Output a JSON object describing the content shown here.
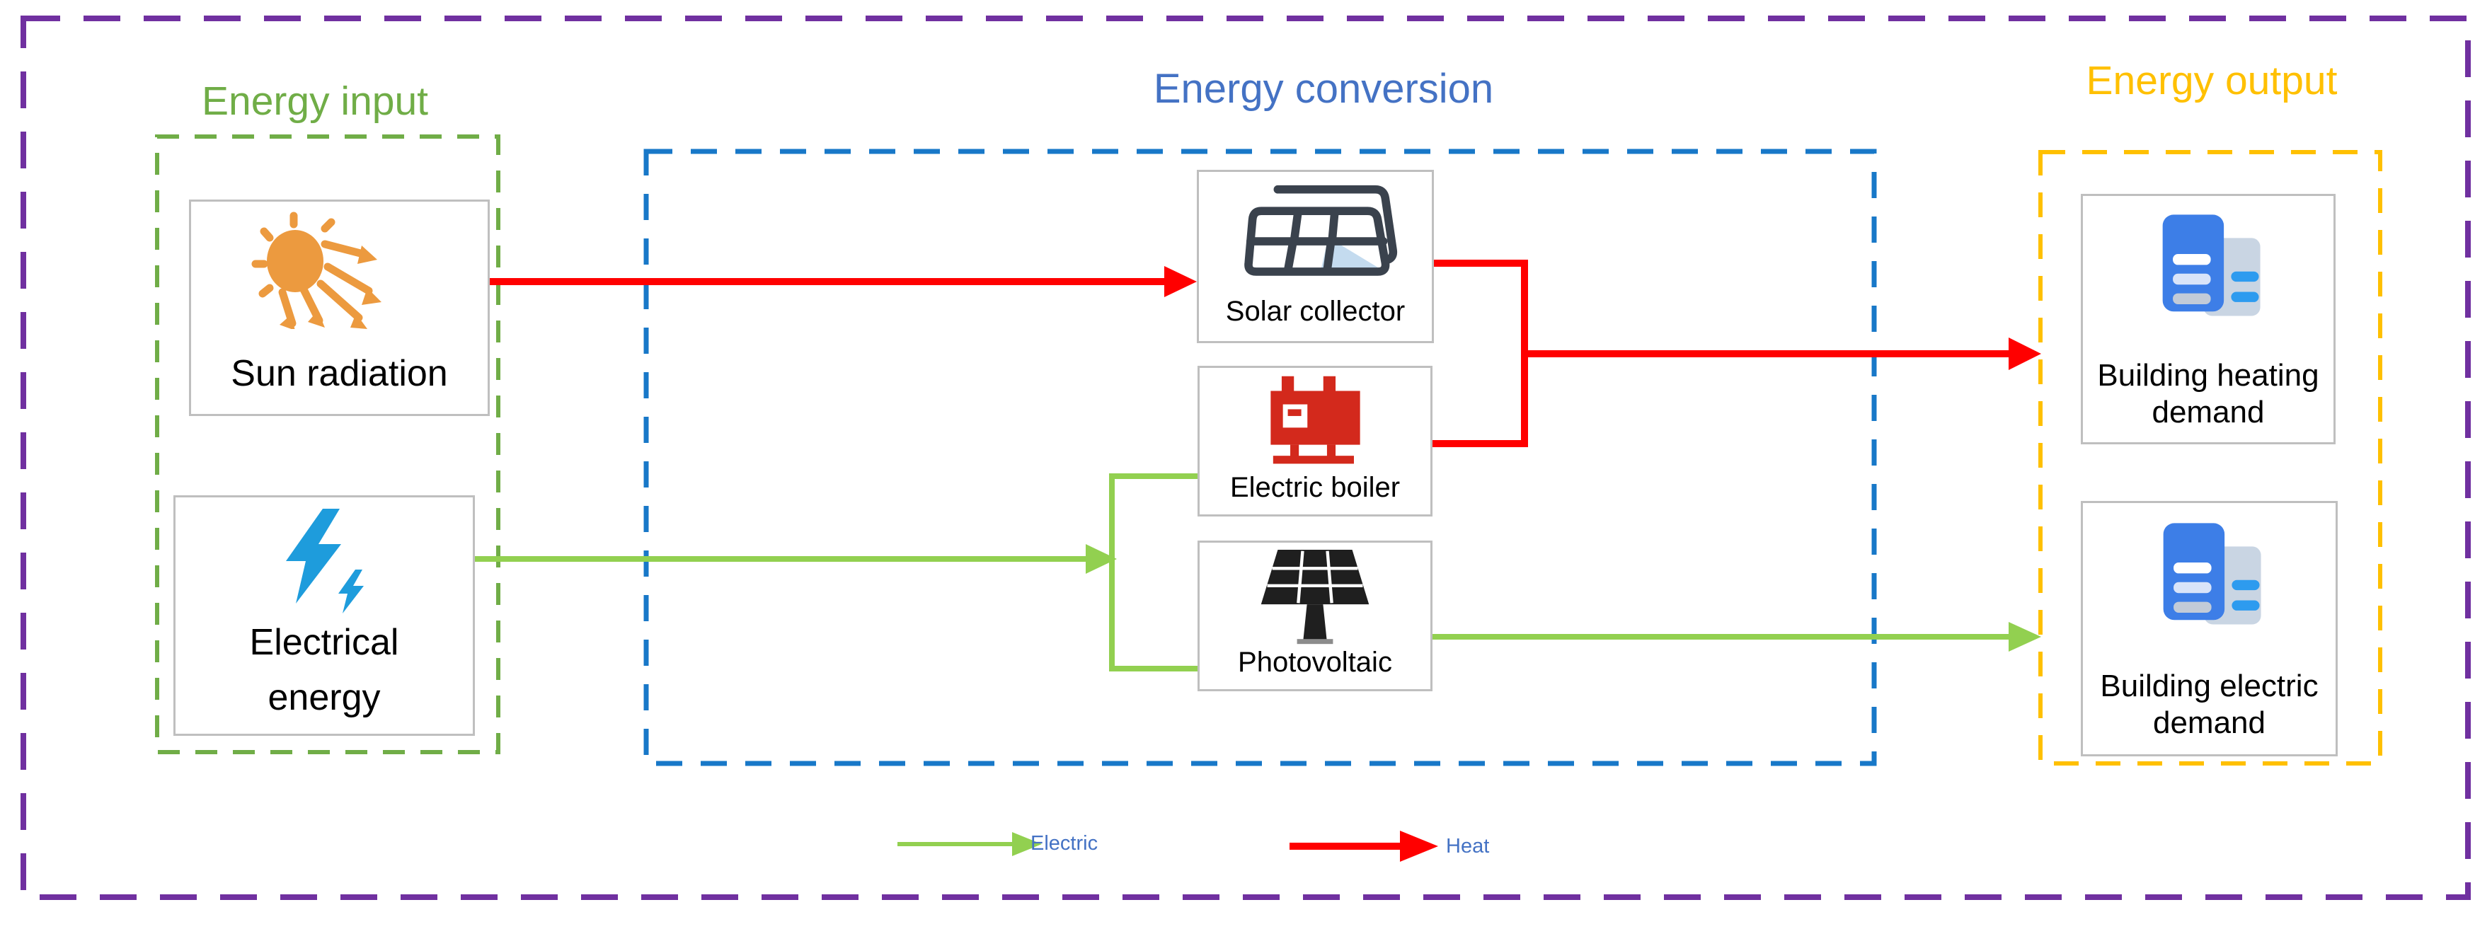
{
  "sections": {
    "input": {
      "title": "Energy input"
    },
    "conversion": {
      "title": "Energy conversion"
    },
    "output": {
      "title": "Energy output"
    }
  },
  "nodes": {
    "sun": {
      "label": "Sun radiation"
    },
    "electrical": {
      "label": "Electrical energy"
    },
    "solar_collector": {
      "label": "Solar collector"
    },
    "electric_boiler": {
      "label": "Electric boiler"
    },
    "photovoltaic": {
      "label": "Photovoltaic"
    },
    "building_heating": {
      "label": "Building heating demand"
    },
    "building_electric": {
      "label": "Building electric demand"
    }
  },
  "legend": {
    "electric_label": "Electric",
    "heat_label": "Heat"
  },
  "colors": {
    "input_green": "#70AD47",
    "electric_green": "#92D050",
    "conversion_blue_title": "#4472C4",
    "conversion_blue_dash": "#1878C8",
    "output_yellow": "#FFC000",
    "outer_purple": "#7030A0",
    "heat_red": "#FF0000",
    "legend_text_blue": "#4472C4"
  }
}
